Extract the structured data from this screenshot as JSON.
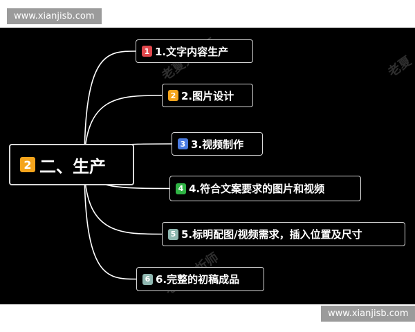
{
  "watermark": {
    "site_top": "www.xianjisb.com",
    "site_bottom": "www.xianjisb.com",
    "overlay_marks": [
      "老夏分析师",
      "老夏",
      "老夏分析师"
    ]
  },
  "diagram": {
    "root": {
      "badge": "2",
      "badge_color": "#f4a41c",
      "label": "二、生产"
    },
    "branches": [
      {
        "badge": "1",
        "badge_color": "#e0474c",
        "label": "1.文字内容生产"
      },
      {
        "badge": "2",
        "badge_color": "#f4a41c",
        "label": "2.图片设计"
      },
      {
        "badge": "3",
        "badge_color": "#4a7be0",
        "label": "3.视频制作"
      },
      {
        "badge": "4",
        "badge_color": "#2fb344",
        "label": "4.符合文案要求的图片和视频"
      },
      {
        "badge": "5",
        "badge_color": "#8fb7b0",
        "label": "5.标明配图/视频需求，插入位置及尺寸"
      },
      {
        "badge": "6",
        "badge_color": "#8fb7b0",
        "label": "6.完整的初稿成品"
      }
    ],
    "colors": {
      "background": "#000000",
      "line": "#ffffff",
      "node_border": "#d9d9d9",
      "text": "#ffffff"
    }
  }
}
